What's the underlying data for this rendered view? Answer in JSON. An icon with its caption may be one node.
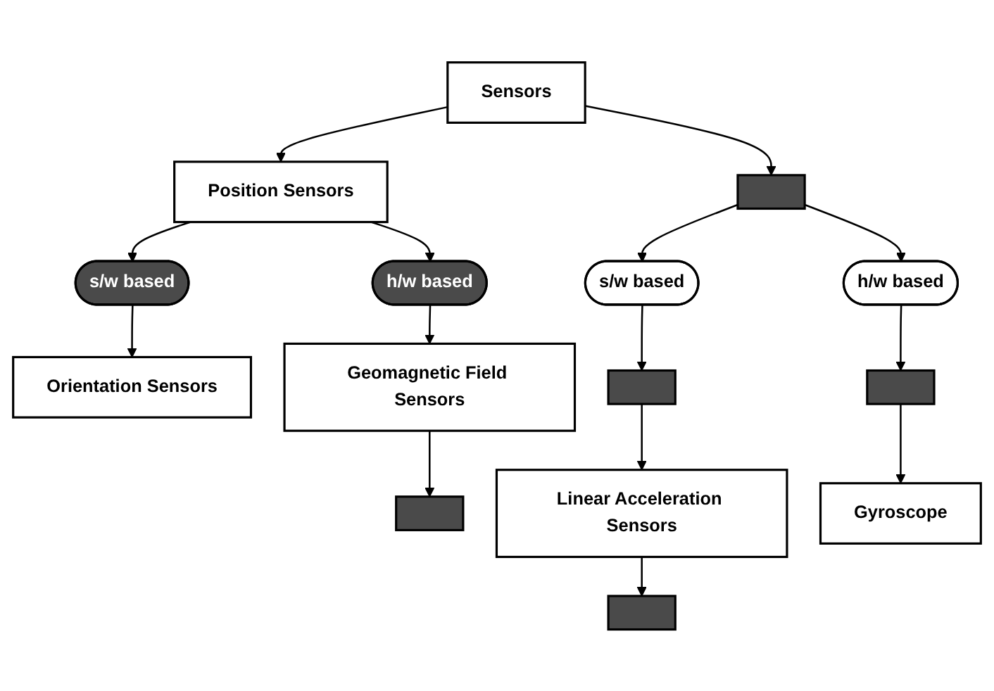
{
  "diagram": {
    "nodes": [
      {
        "text": [
          "Sensors"
        ]
      },
      {
        "text": [
          "Position Sensors"
        ]
      },
      {
        "text": [],
        "shape": "box"
      },
      {
        "text": [
          "s/w based"
        ]
      },
      {
        "text": [
          "h/w based"
        ]
      },
      {
        "text": [
          "s/w based"
        ]
      },
      {
        "text": [
          "h/w based"
        ]
      },
      {
        "text": [
          "Orientation Sensors"
        ]
      },
      {
        "text": [
          "Geomagnetic Field Sensors"
        ]
      },
      {
        "text": [],
        "shape": "box"
      },
      {
        "text": [],
        "shape": "box"
      },
      {
        "text": [
          "Linear Acceleration Sensors"
        ]
      },
      {
        "text": [],
        "shape": "box"
      },
      {
        "text": [],
        "shape": "box"
      },
      {
        "text": [
          "Gyroscope"
        ]
      }
    ],
    "edges": [
      {
        "from": 0,
        "to": 1,
        "arrow": "to"
      },
      {
        "from": 0,
        "to": 2,
        "arrow": "to"
      },
      {
        "from": 1,
        "to": 3,
        "arrow": "to"
      },
      {
        "from": 1,
        "to": 4,
        "arrow": "to"
      },
      {
        "from": 2,
        "to": 5,
        "arrow": "to"
      },
      {
        "from": 2,
        "to": 6,
        "arrow": "to"
      },
      {
        "from": 3,
        "to": 7,
        "arrow": "to"
      },
      {
        "from": 4,
        "to": 8,
        "arrow": "to"
      },
      {
        "from": 8,
        "to": 9,
        "arrow": "to"
      },
      {
        "from": 5,
        "to": 10,
        "arrow": "to"
      },
      {
        "from": 10,
        "to": 11,
        "arrow": "to"
      },
      {
        "from": 11,
        "to": 12,
        "arrow": "to"
      },
      {
        "from": 6,
        "to": 13,
        "arrow": "to"
      },
      {
        "from": 13,
        "to": 14,
        "arrow": "to"
      }
    ]
  }
}
